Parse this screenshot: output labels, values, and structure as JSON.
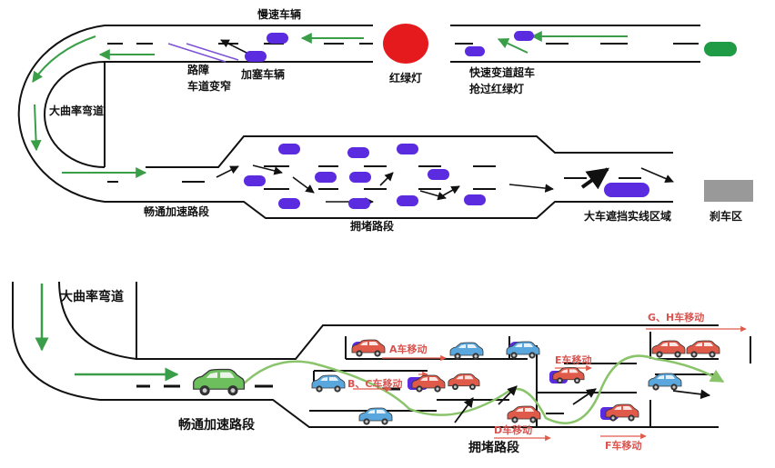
{
  "top": {
    "slow_vehicle": "慢速车辆",
    "red_light": "红绿灯",
    "obstacle": "路障",
    "lane_narrow": "车道变窄",
    "cut_in_vehicle": "加塞车辆",
    "fast_lane_change": "快速变道超车",
    "run_red_light": "抢过红绿灯",
    "sharp_curve": "大曲率弯道",
    "smooth_accel": "畅通加速路段",
    "congestion": "拥堵路段",
    "large_vehicle_block": "大车遮挡实线区域",
    "brake_zone": "刹车区"
  },
  "bottom": {
    "sharp_curve": "大曲率弯道",
    "smooth_accel": "畅通加速路段",
    "congestion": "拥堵路段",
    "car_a": "A车移动",
    "car_bc": "B、C车移动",
    "car_d": "D车移动",
    "car_e": "E车移动",
    "car_f": "F车移动",
    "car_gh": "G、H车移动"
  },
  "colors": {
    "road": "#111111",
    "green_arrow": "#3a9e48",
    "purple_car": "#5b2be0",
    "red_light": "#e41a1c",
    "green_light": "#1f9b45",
    "brake": "#999999",
    "red_car": "#e05a4a",
    "blue_car": "#5aa7dd",
    "green_car": "#6dbf5e",
    "red_text": "#d9534f",
    "path": "#8ac46a"
  }
}
